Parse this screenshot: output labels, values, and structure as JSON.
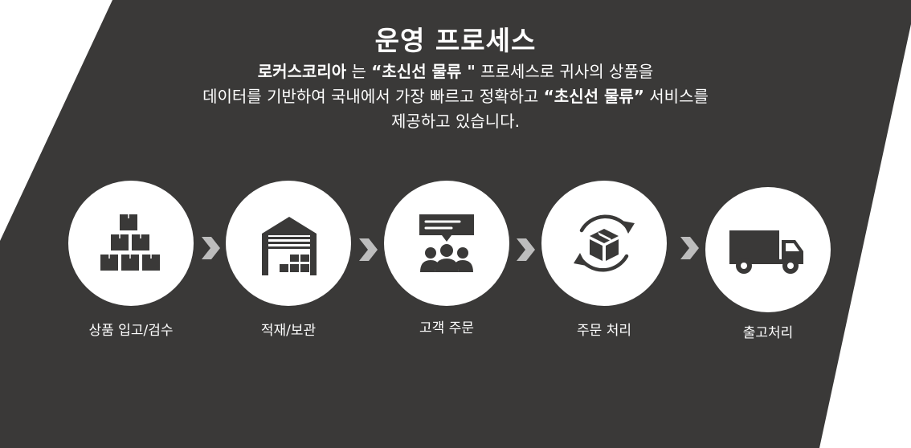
{
  "title": "운영 프로세스",
  "description": {
    "l1_company": "로커스코리아",
    "l1_a": " 는 ",
    "l1_quote": "“초신선 물류 \"",
    "l1_b": "  프로세스로 귀사의 상품을",
    "l2_a": "데이터를 기반하여 국내에서 가장 빠르고 정확하고 ",
    "l2_quote": "“초신선 물류”",
    "l2_b": " 서비스를",
    "l3": "제공하고 있습니다."
  },
  "steps": [
    {
      "label": "상품 입고/검수",
      "icon": "boxes-stack-icon"
    },
    {
      "label": "적재/보관",
      "icon": "warehouse-icon"
    },
    {
      "label": "고객 주문",
      "icon": "customer-chat-icon"
    },
    {
      "label": "주문 처리",
      "icon": "box-cycle-icon"
    },
    {
      "label": "출고처리",
      "icon": "delivery-truck-icon"
    }
  ],
  "colors": {
    "background": "#ffffff",
    "panel": "#3a3938",
    "icon": "#3a3938",
    "chevron": "#bdbdbd",
    "text": "#ffffff"
  }
}
